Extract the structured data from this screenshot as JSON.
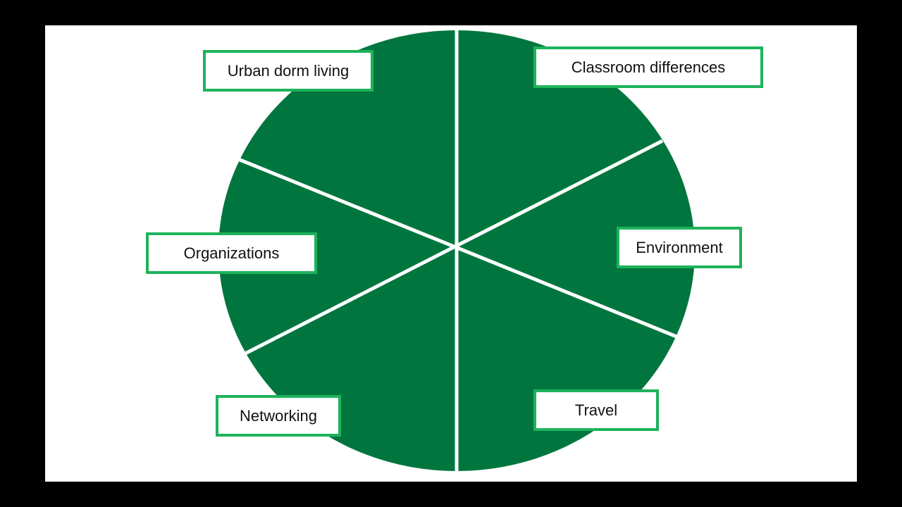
{
  "colors": {
    "background": "#000000",
    "slide": "#ffffff",
    "wheel_fill": "#00763e",
    "divider": "#ffffff",
    "label_border": "#1db35b",
    "label_text": "#111111"
  },
  "diagram": {
    "segments": [
      {
        "label": "Urban dorm living"
      },
      {
        "label": "Classroom differences"
      },
      {
        "label": "Environment"
      },
      {
        "label": "Travel"
      },
      {
        "label": "Networking"
      },
      {
        "label": "Organizations"
      }
    ]
  }
}
